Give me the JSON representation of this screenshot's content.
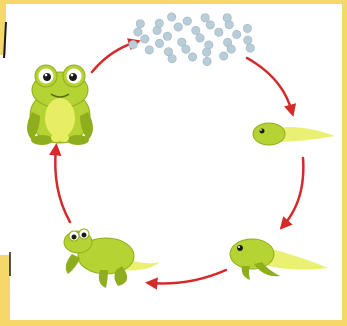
{
  "diagram": {
    "type": "life-cycle",
    "stages": [
      {
        "id": "eggs",
        "icon": "frog-eggs-icon"
      },
      {
        "id": "tadpole",
        "icon": "tadpole-icon"
      },
      {
        "id": "tadpole-with-legs",
        "icon": "tadpole-with-legs-icon"
      },
      {
        "id": "froglet",
        "icon": "froglet-icon"
      },
      {
        "id": "adult-frog",
        "icon": "adult-frog-icon"
      }
    ],
    "direction": "clockwise",
    "colors": {
      "arrow": "#d42a2a",
      "frog_body": "#b6d334",
      "frog_dark": "#8fae1d",
      "frog_belly": "#e7ee63",
      "eggs": "#b8cdd8",
      "border": "#f5d76a",
      "background": "#ffffff"
    }
  }
}
